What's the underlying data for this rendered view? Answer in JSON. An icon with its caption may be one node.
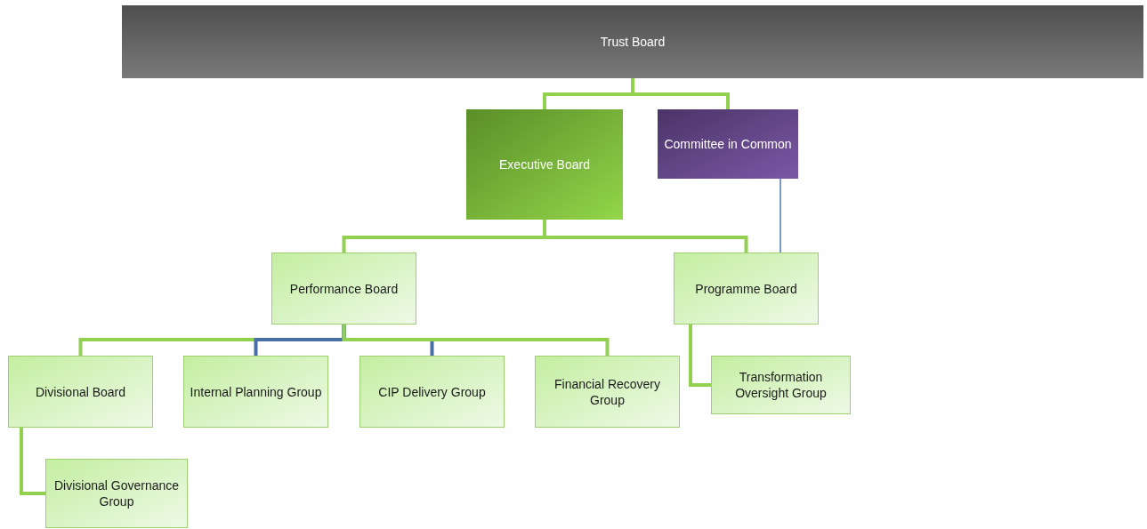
{
  "diagram": {
    "nodes": [
      {
        "text": [
          "Trust Board"
        ]
      },
      {
        "text": [
          "Executive Board"
        ]
      },
      {
        "text": [
          "Committee in Common"
        ]
      },
      {
        "text": [
          "Performance Board"
        ]
      },
      {
        "text": [
          "Programme Board"
        ]
      },
      {
        "text": [
          "Divisional Board"
        ]
      },
      {
        "text": [
          "Internal Planning Group"
        ]
      },
      {
        "text": [
          "CIP Delivery Group"
        ]
      },
      {
        "text": [
          "Financial Recovery Group"
        ]
      },
      {
        "text": [
          "Transformation Oversight Group"
        ]
      },
      {
        "text": [
          "Divisional Governance Group"
        ]
      }
    ],
    "edges": [
      {
        "from": 0,
        "to": 1,
        "arrow": "none"
      },
      {
        "from": 0,
        "to": 2,
        "arrow": "none"
      },
      {
        "from": 1,
        "to": 3,
        "arrow": "none"
      },
      {
        "from": 1,
        "to": 4,
        "arrow": "none"
      },
      {
        "from": 2,
        "to": 4,
        "arrow": "none",
        "color": "#4f79b8"
      },
      {
        "from": 3,
        "to": 5,
        "arrow": "none"
      },
      {
        "from": 3,
        "to": 6,
        "arrow": "none",
        "color": "#4a6fa5"
      },
      {
        "from": 3,
        "to": 7,
        "arrow": "none",
        "color": "#4a6fa5"
      },
      {
        "from": 3,
        "to": 8,
        "arrow": "none"
      },
      {
        "from": 4,
        "to": 9,
        "arrow": "none"
      },
      {
        "from": 5,
        "to": 10,
        "arrow": "none"
      }
    ]
  }
}
